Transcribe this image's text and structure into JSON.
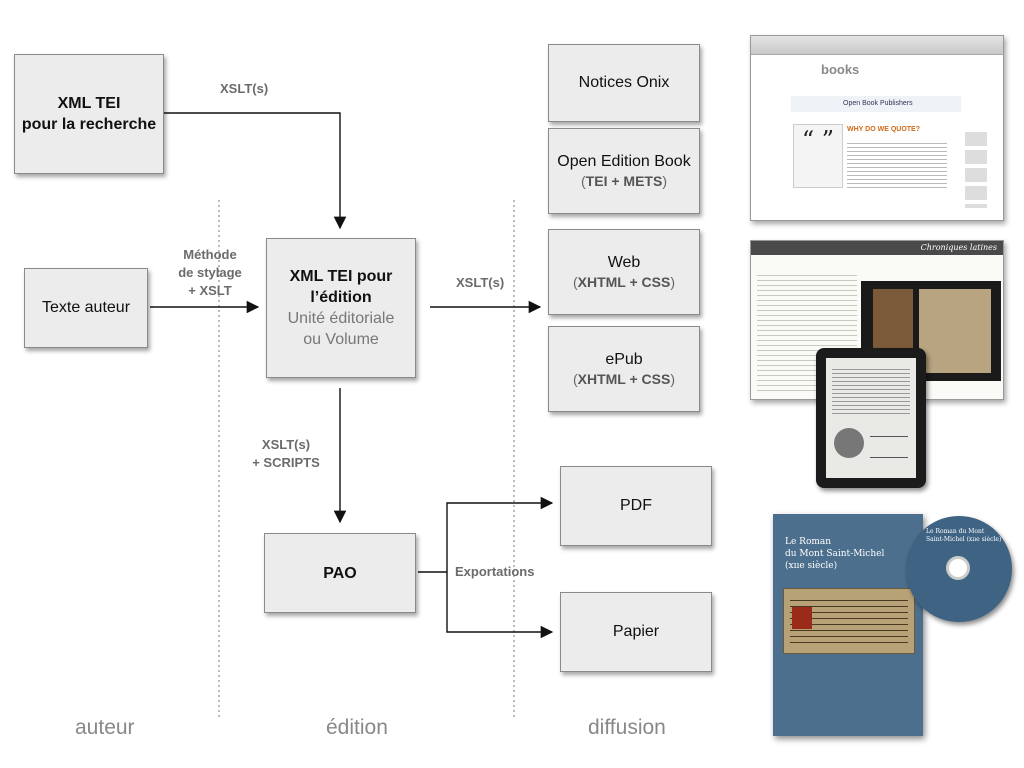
{
  "columns": {
    "author": "auteur",
    "edition": "édition",
    "diffusion": "diffusion"
  },
  "boxes": {
    "xml_recherche": {
      "line1": "XML TEI",
      "line2": "pour la recherche"
    },
    "texte_auteur": "Texte auteur",
    "xml_edition": {
      "line1": "XML TEI pour",
      "line2": "l’édition",
      "line3": "Unité éditoriale",
      "line4": "ou Volume"
    },
    "pao": "PAO",
    "onix": "Notices Onix",
    "oeb": {
      "line1": "Open Edition Book",
      "open": "(",
      "strong": "TEI + METS",
      "close": ")"
    },
    "web": {
      "line1": "Web",
      "open": "(",
      "strong": "XHTML + CSS",
      "close": ")"
    },
    "epub": {
      "line1": "ePub",
      "open": "(",
      "strong": "XHTML + CSS",
      "close": ")"
    },
    "pdf": "PDF",
    "papier": "Papier"
  },
  "edge_labels": {
    "xslt_top": "XSLT(s)",
    "methode": {
      "l1": "Méthode",
      "l2": "de stylage",
      "l3": "+ XSLT"
    },
    "xslt_right": "XSLT(s)",
    "xslt_scripts": {
      "l1": "XSLT(s)",
      "l2": "+ SCRIPTS"
    },
    "exportations": "Exportations"
  },
  "screens": {
    "books_logo": "books",
    "publisher": "Open Book Publishers",
    "book_title": "WHY DO WE QUOTE?",
    "chroniques": "Chroniques latines",
    "roman_title": {
      "l1": "Le Roman",
      "l2": "du Mont Saint-Michel",
      "l3": "(xııe siècle)"
    },
    "cd_title": {
      "l1": "Le Roman du Mont",
      "l2": "Saint-Michel (xııe siècle)"
    }
  },
  "colors": {
    "box_fill": "#ececec",
    "box_border": "#8a8a8a",
    "label_gray": "#6b6b6b",
    "cover_blue": "#4b6f8d"
  }
}
